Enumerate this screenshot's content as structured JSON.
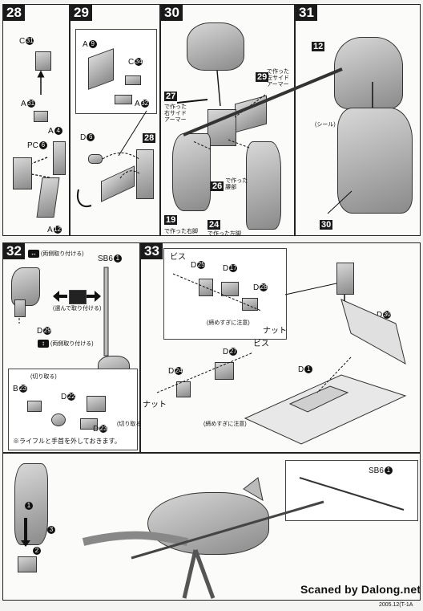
{
  "steps": {
    "s28": {
      "number": "28",
      "labels": {
        "c31": "C",
        "c31_n": "31",
        "a31": "A",
        "a31_n": "31",
        "a4": "A",
        "a4_n": "4",
        "pc6": "PC",
        "pc6_n": "6",
        "a12": "A",
        "a12_n": "12"
      }
    },
    "s29": {
      "number": "29",
      "labels": {
        "a9": "A",
        "a9_n": "9",
        "c34": "C",
        "c34_n": "34",
        "a32": "A",
        "a32_n": "32",
        "d6": "D",
        "d6_n": "6",
        "ref28": "28"
      }
    },
    "s30": {
      "number": "30",
      "labels": {
        "made_left_side": "で作った\n左サイド\nアーマー",
        "ref29": "29",
        "made_right_side": "で作った\n右サイド\nアーマー",
        "ref27": "27",
        "made_waist": "で作った\n腰部",
        "ref26": "26",
        "made_right_leg": "で作った右脚",
        "ref19": "19",
        "made_left_leg": "で作った左脚",
        "ref24": "24"
      }
    },
    "s31": {
      "number": "31",
      "labels": {
        "ref12": "12",
        "seal": "(シール)",
        "ref30": "30"
      }
    },
    "s32": {
      "number": "32",
      "labels": {
        "removable": "(両側取り付ける)",
        "choose_attach": "(選んで取り付ける)",
        "sb61": "SB6",
        "sb61_n": "1",
        "d29": "D",
        "d29_n": "29",
        "both_attach": "(両側取り付ける)",
        "cut": "(切り取る)",
        "b23": "B",
        "b23_n": "23",
        "d22": "D",
        "d22_n": "22",
        "d23": "D",
        "d23_n": "23",
        "cutoff": "(切り取る)",
        "note": "※ライフルと手首を外しておきます。"
      }
    },
    "s33": {
      "number": "33",
      "labels": {
        "screw1": "ビス",
        "d25": "D",
        "d25_n": "25",
        "d17": "D",
        "d17_n": "17",
        "d28": "D",
        "d28_n": "28",
        "tighten1": "(締めすぎに注意)",
        "nut1": "ナット",
        "d27": "D",
        "d27_n": "27",
        "screw2": "ビス",
        "d24": "D",
        "d24_n": "24",
        "nut2": "ナット",
        "tighten2": "(締めすぎに注意)",
        "d30": "D",
        "d30_n": "30",
        "d1": "D",
        "d1_n": "1"
      }
    },
    "final": {
      "labels": {
        "sb61": "SB6",
        "sb61_n": "1",
        "n1": "1",
        "n2": "2",
        "n3": "3"
      }
    }
  },
  "watermark": "Scaned by Dalong.net",
  "footer": "2005.12(T-1A"
}
